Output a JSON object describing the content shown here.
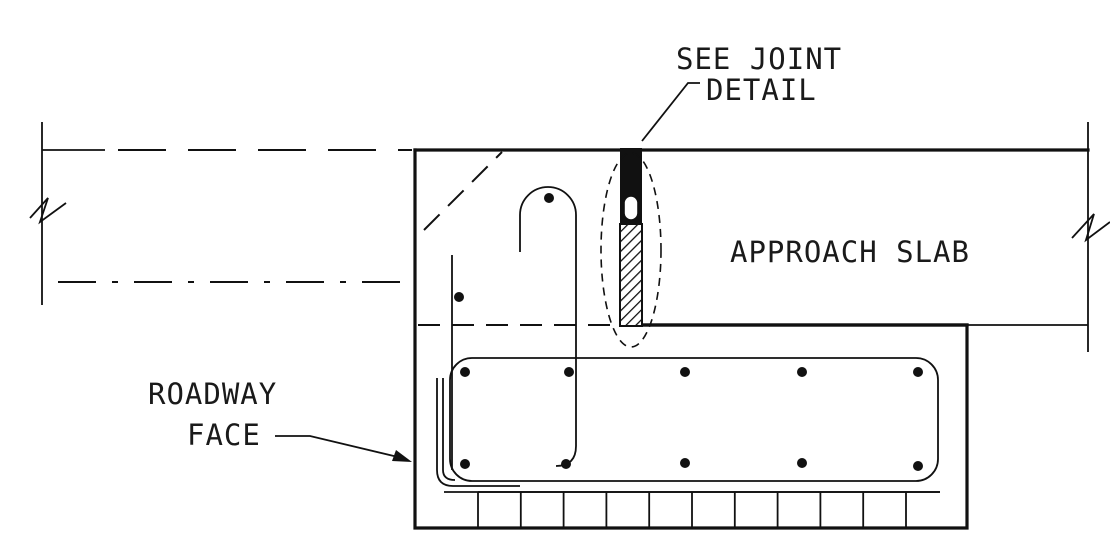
{
  "labels": {
    "see_joint_line1": "SEE JOINT",
    "see_joint_line2": "DETAIL",
    "approach_slab": "APPROACH SLAB",
    "roadway_line1": "ROADWAY",
    "roadway_line2": "FACE"
  },
  "colors": {
    "ink": "#111111",
    "background": "#ffffff"
  }
}
